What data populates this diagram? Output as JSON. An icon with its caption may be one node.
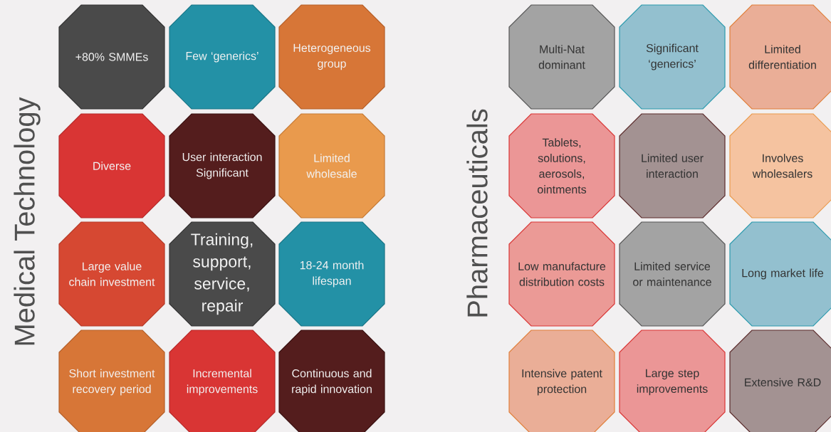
{
  "diagram": {
    "nodes": [
      {
        "text": [
          "+80% SMMEs"
        ]
      },
      {
        "text": [
          "Few ‘generics’"
        ]
      },
      {
        "text": [
          "Heterogeneous group"
        ]
      },
      {
        "text": [
          "Diverse"
        ]
      },
      {
        "text": [
          "User interaction Significant"
        ]
      },
      {
        "text": [
          "Limited wholesale"
        ]
      },
      {
        "text": [
          "Large value chain investment"
        ]
      },
      {
        "text": [
          "Training, support, service, repair"
        ]
      },
      {
        "text": [
          "18-24 month lifespan"
        ]
      },
      {
        "text": [
          "Short investment recovery period"
        ]
      },
      {
        "text": [
          "Incremental improvements"
        ]
      },
      {
        "text": [
          "Continuous and rapid innovation"
        ]
      },
      {
        "text": [
          "Multi-Nat dominant"
        ]
      },
      {
        "text": [
          "Significant ‘generics’"
        ]
      },
      {
        "text": [
          "Limited differentiation"
        ]
      },
      {
        "text": [
          "Tablets, solutions, aerosols, ointments"
        ]
      },
      {
        "text": [
          "Limited user interaction"
        ]
      },
      {
        "text": [
          "Involves wholesalers"
        ]
      },
      {
        "text": [
          "Low manufacture distribution costs"
        ]
      },
      {
        "text": [
          "Limited service or maintenance"
        ]
      },
      {
        "text": [
          "Long market life"
        ]
      },
      {
        "text": [
          "Intensive patent protection"
        ]
      },
      {
        "text": [
          "Large step improvements"
        ]
      },
      {
        "text": [
          "Extensive R&D"
        ]
      }
    ],
    "labels": [
      "Medical Technology",
      "Pharmaceuticals"
    ]
  }
}
